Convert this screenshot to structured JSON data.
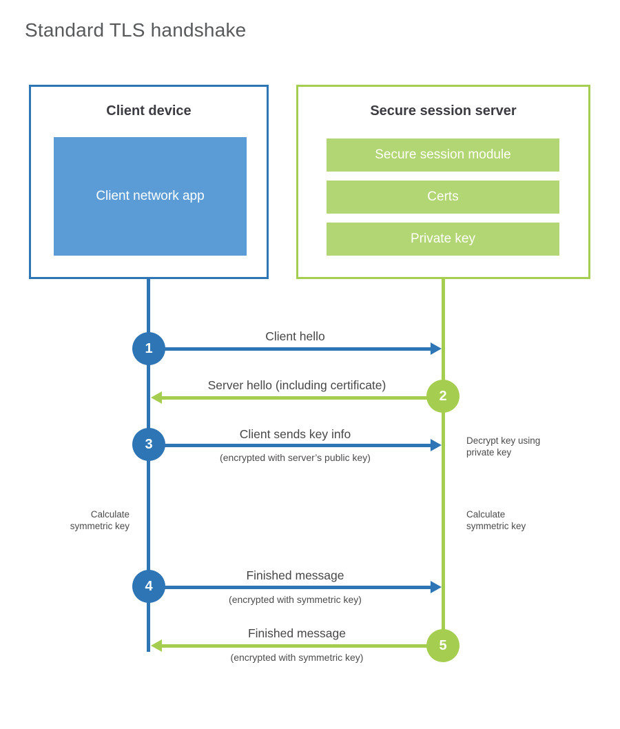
{
  "title": "Standard TLS handshake",
  "client": {
    "title": "Client device",
    "app": "Client network app"
  },
  "server": {
    "title": "Secure session server",
    "modules": [
      "Secure session module",
      "Certs",
      "Private key"
    ]
  },
  "steps": [
    {
      "num": "1",
      "label": "Client hello",
      "sublabel": "",
      "direction": "right",
      "from": "client",
      "to": "server"
    },
    {
      "num": "2",
      "label": "Server hello (including certificate)",
      "sublabel": "",
      "direction": "left",
      "from": "server",
      "to": "client"
    },
    {
      "num": "3",
      "label": "Client sends key info",
      "sublabel": "(encrypted with server’s public key)",
      "direction": "right",
      "from": "client",
      "to": "server",
      "note": "Decrypt key using private key"
    },
    {
      "num": "4",
      "label": "Finished message",
      "sublabel": "(encrypted with symmetric key)",
      "direction": "right",
      "from": "client",
      "to": "server"
    },
    {
      "num": "5",
      "label": "Finished message",
      "sublabel": "(encrypted with symmetric key)",
      "direction": "left",
      "from": "server",
      "to": "client"
    }
  ],
  "annotations": {
    "client_note": "Calculate symmetric key",
    "server_note": "Calculate symmetric key"
  },
  "colors": {
    "blue": "#2e75b5",
    "blue_fill": "#5b9cd6",
    "green": "#a5ce51",
    "green_fill": "#b2d674",
    "heading_text": "#3b3b42",
    "label_text": "#474747",
    "title_text": "#58595b",
    "bar_text": "#ffffff"
  }
}
